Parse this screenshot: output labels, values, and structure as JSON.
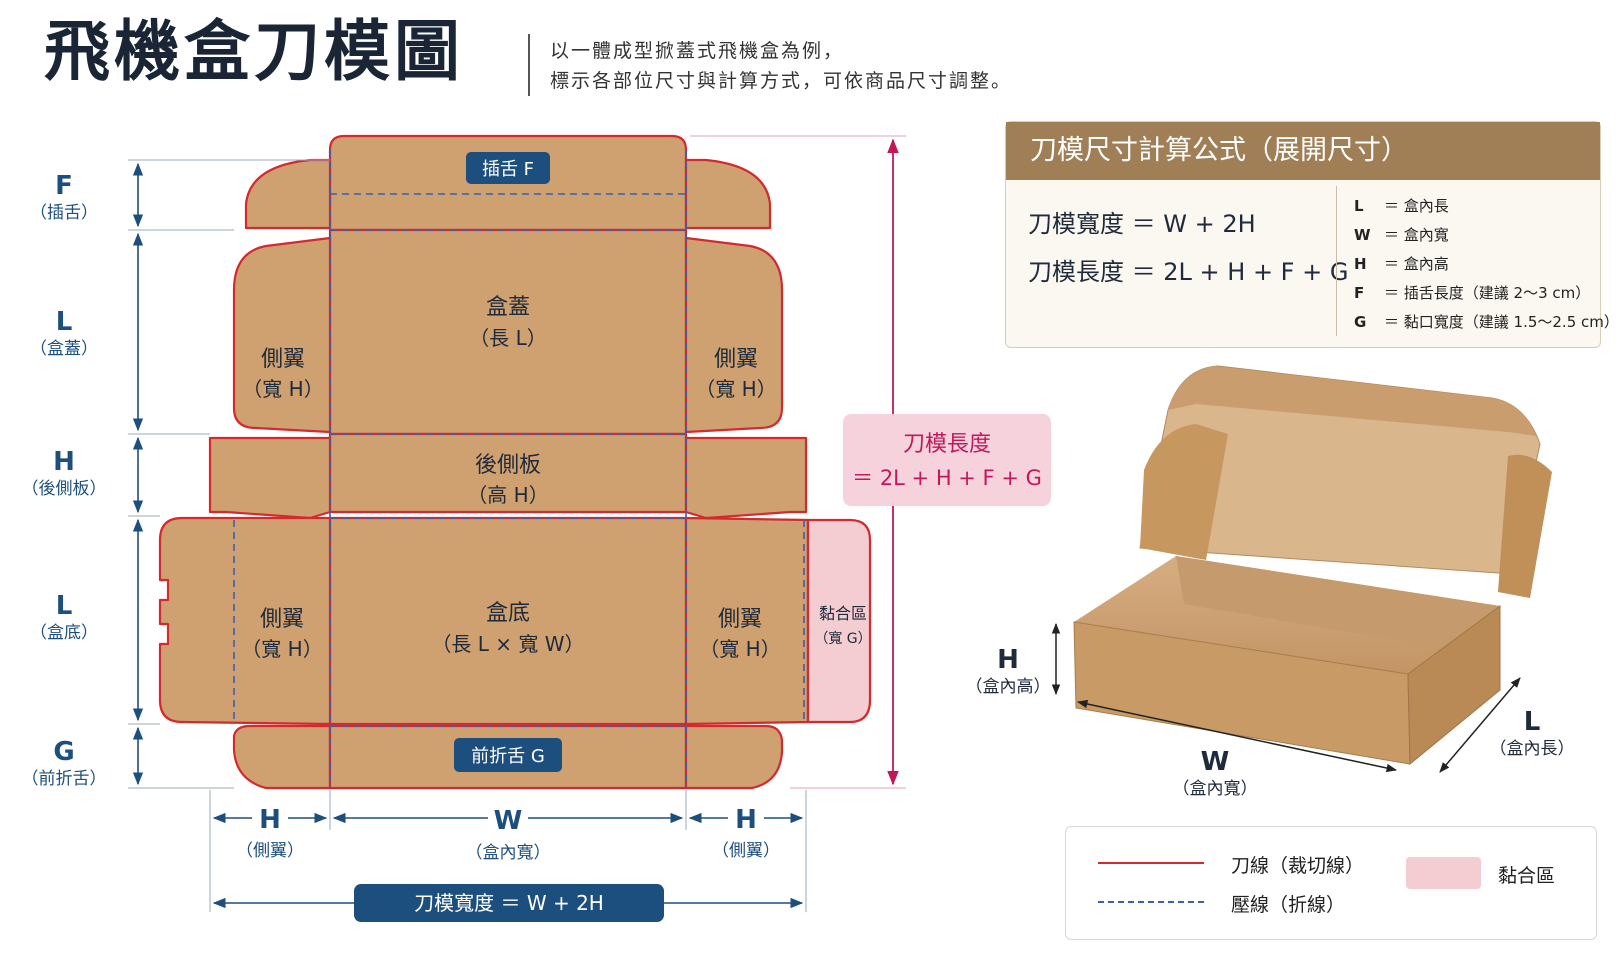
{
  "header": {
    "title": "飛機盒刀模圖",
    "subtitle_line1": "以一體成型掀蓋式飛機盒為例，",
    "subtitle_line2": "標示各部位尺寸與計算方式，可依商品尺寸調整。"
  },
  "dieline": {
    "insert_tab": "插舌 F",
    "lid": "盒蓋",
    "lid_sub": "（長 L）",
    "side_wing": "側翼",
    "side_wing_sub": "（寬 H）",
    "back_panel": "後側板",
    "back_panel_sub": "（高 H）",
    "bottom": "盒底",
    "bottom_sub": "（長 L × 寬 W）",
    "glue_area": "黏合區",
    "glue_area_sub": "（寬 G）",
    "front_fold": "前折舌 G"
  },
  "left_dims": [
    {
      "letter": "F",
      "label": "（插舌）"
    },
    {
      "letter": "L",
      "label": "（盒蓋）"
    },
    {
      "letter": "H",
      "label": "（後側板）"
    },
    {
      "letter": "L",
      "label": "（盒底）"
    },
    {
      "letter": "G",
      "label": "（前折舌）"
    }
  ],
  "bottom_dims": [
    {
      "letter": "H",
      "label": "（側翼）"
    },
    {
      "letter": "W",
      "label": "（盒內寬）"
    },
    {
      "letter": "H",
      "label": "（側翼）"
    }
  ],
  "die_width_label": "刀模寬度 ＝ W + 2H",
  "die_length_label": {
    "line1": "刀模長度",
    "line2": "＝ 2L + H + F + G"
  },
  "formula": {
    "title": "刀模尺寸計算公式（展開尺寸）",
    "width_formula": "刀模寬度 ＝ W + 2H",
    "length_formula": "刀模長度 ＝ 2L + H + F + G",
    "vars": [
      {
        "key": "L",
        "desc": "＝ 盒內長"
      },
      {
        "key": "W",
        "desc": "＝ 盒內寬"
      },
      {
        "key": "H",
        "desc": "＝ 盒內高"
      },
      {
        "key": "F",
        "desc": "＝ 插舌長度（建議 2～3 cm）"
      },
      {
        "key": "G",
        "desc": "＝ 黏口寬度（建議 1.5～2.5 cm）"
      }
    ]
  },
  "box3d": {
    "h_letter": "H",
    "h_label": "（盒內高）",
    "w_letter": "W",
    "w_label": "（盒內寬）",
    "l_letter": "L",
    "l_label": "（盒內長）"
  },
  "legend": {
    "cut_line": "刀線（裁切線）",
    "fold_line": "壓線（折線）",
    "glue_area": "黏合區"
  },
  "colors": {
    "kraft": "#cfa170",
    "cut_red": "#d42a2e",
    "fold_blue": "#3b5fa8",
    "glue_pink": "#f3cdd1",
    "navy": "#1d4f7e",
    "dim_blue": "#1d4f7e",
    "accent_crimson": "#c2185b",
    "formula_header": "#a07f57"
  }
}
